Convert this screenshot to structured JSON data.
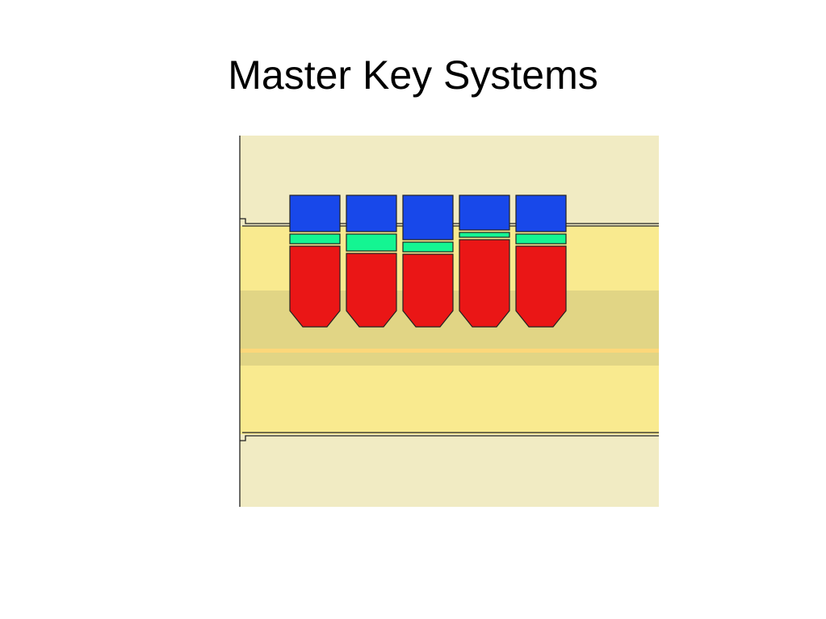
{
  "slide": {
    "title": "Master Key Systems"
  },
  "colors": {
    "housing": "#f1ebc3",
    "plug": "#f9ea8f",
    "shear_band": "#e1d585",
    "keyway_line": "#fcd77a",
    "outline": "#222222",
    "driver_pin": "#1848ea",
    "master_pin": "#14f592",
    "key_pin": "#ea1616"
  },
  "diagram": {
    "pin_stacks": [
      {
        "driver": 0.45,
        "master": 0.12,
        "key": 0.85
      },
      {
        "driver": 0.45,
        "master": 0.21,
        "key": 0.79
      },
      {
        "driver": 0.55,
        "master": 0.12,
        "key": 0.76
      },
      {
        "driver": 0.43,
        "master": 0.06,
        "key": 0.95
      },
      {
        "driver": 0.45,
        "master": 0.12,
        "key": 0.86
      }
    ]
  }
}
